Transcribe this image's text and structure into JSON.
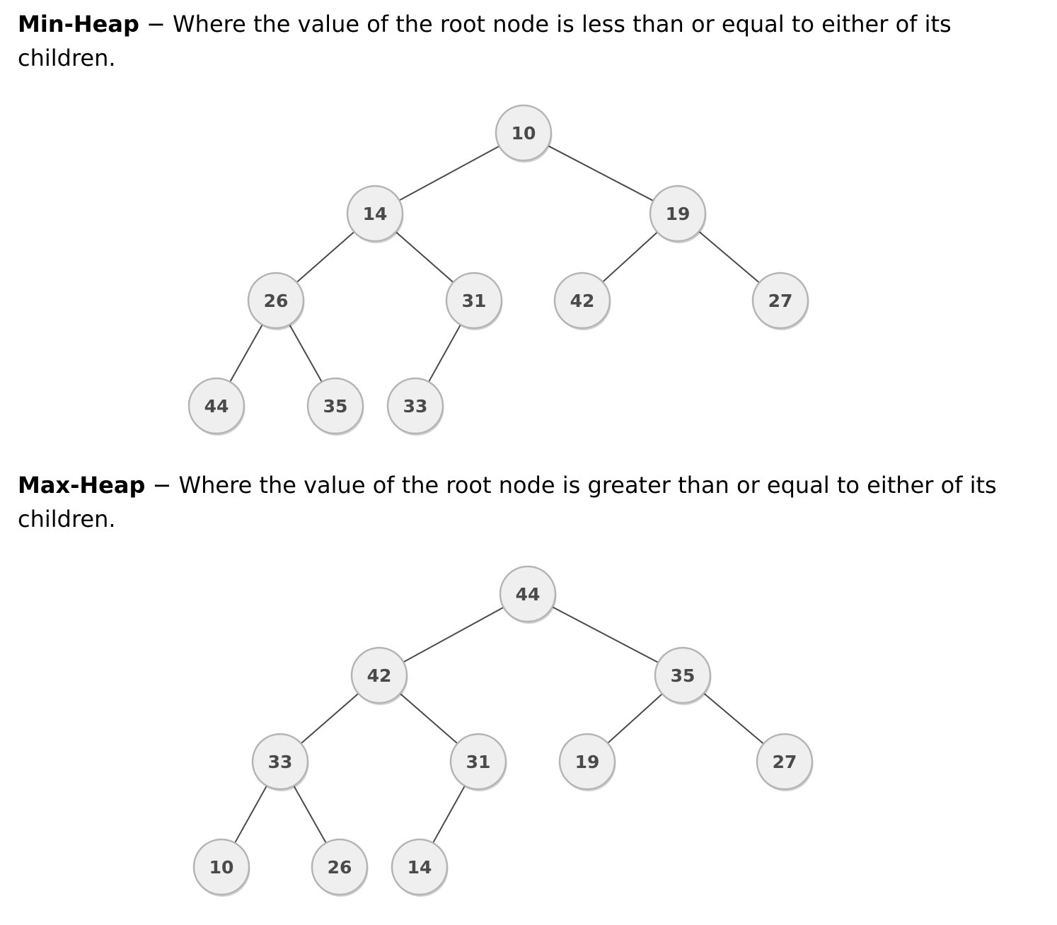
{
  "min_heap": {
    "term": "Min-Heap",
    "dash": " − ",
    "description": "Where the value of the root node is less than or equal to either of its children.",
    "nodes": [
      "10",
      "14",
      "19",
      "26",
      "31",
      "42",
      "27",
      "44",
      "35",
      "33"
    ]
  },
  "max_heap": {
    "term": "Max-Heap",
    "dash": " − ",
    "description": "Where the value of the root node is greater than or equal to either of its children.",
    "nodes": [
      "44",
      "42",
      "35",
      "33",
      "31",
      "19",
      "27",
      "10",
      "26",
      "14"
    ]
  },
  "colors": {
    "node_fill": "#efefef",
    "node_stroke": "#b4b4b4",
    "edge": "#4a4a4a",
    "label": "#4a4a4a"
  }
}
